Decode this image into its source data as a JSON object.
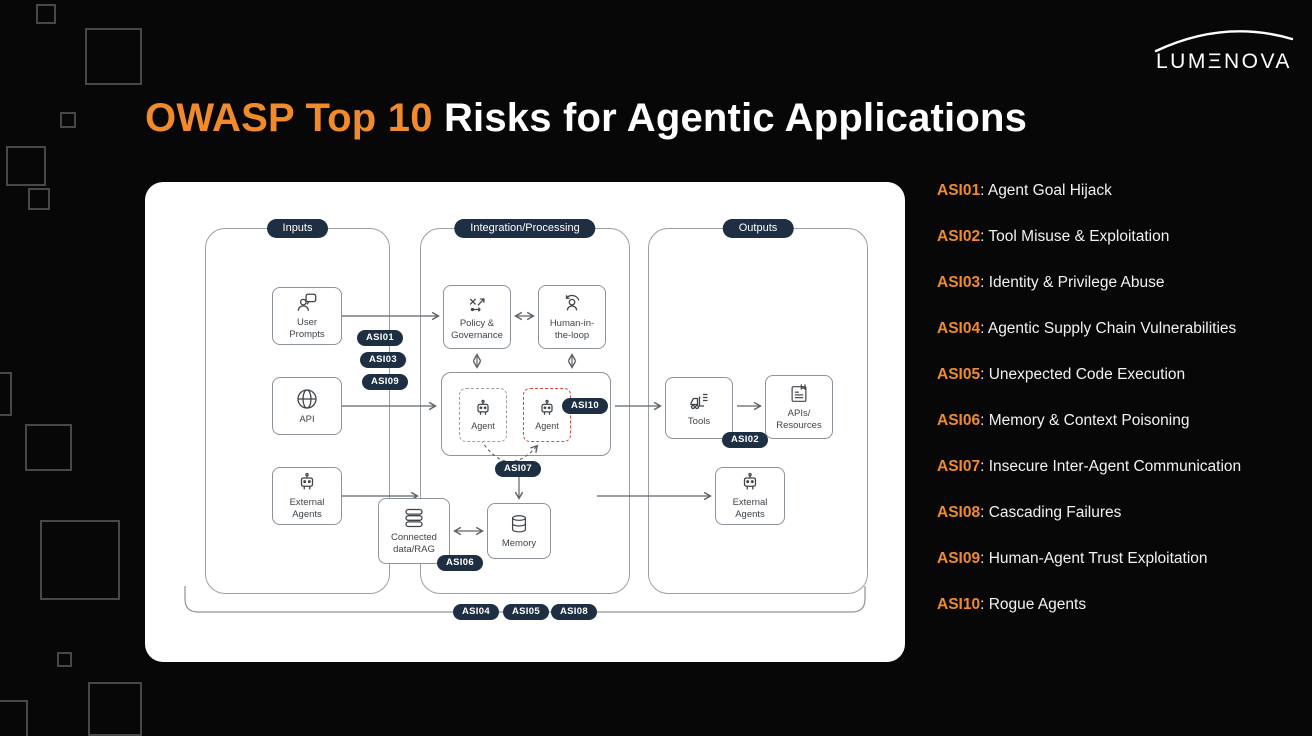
{
  "colors": {
    "accent": "#F08A2B",
    "navy": "#1E2F44",
    "background": "#070707",
    "rogue_red": "#E0443E"
  },
  "logo": {
    "text": "LUMΞNOVA"
  },
  "title": {
    "highlight": "OWASP Top 10",
    "rest": " Risks for Agentic Applications"
  },
  "diagram": {
    "columns": {
      "inputs": "Inputs",
      "processing": "Integration/Processing",
      "outputs": "Outputs"
    },
    "nodes": {
      "user_prompts": "User\nPrompts",
      "api": "API",
      "external_agents_in": "External\nAgents",
      "policy": "Policy &\nGovernance",
      "hitl": "Human-in-\nthe-loop",
      "agent1": "Agent",
      "agent2": "Agent",
      "connected_data": "Connected\ndata/RAG",
      "memory": "Memory",
      "tools": "Tools",
      "apis_resources": "APIs/\nResources",
      "external_agents_out": "External\nAgents"
    },
    "badges": {
      "asi01": "ASI01",
      "asi02": "ASI02",
      "asi03": "ASI03",
      "asi04": "ASI04",
      "asi05": "ASI05",
      "asi06": "ASI06",
      "asi07": "ASI07",
      "asi08": "ASI08",
      "asi09": "ASI09",
      "asi10": "ASI10"
    }
  },
  "risks": [
    {
      "code": "ASI01",
      "label": ": Agent Goal Hijack"
    },
    {
      "code": "ASI02",
      "label": ": Tool Misuse & Exploitation"
    },
    {
      "code": "ASI03",
      "label": ": Identity & Privilege Abuse"
    },
    {
      "code": "ASI04",
      "label": ": Agentic Supply Chain Vulnerabilities"
    },
    {
      "code": "ASI05",
      "label": ": Unexpected Code Execution"
    },
    {
      "code": "ASI06",
      "label": ": Memory & Context Poisoning"
    },
    {
      "code": "ASI07",
      "label": ": Insecure Inter-Agent Communication"
    },
    {
      "code": "ASI08",
      "label": ": Cascading Failures"
    },
    {
      "code": "ASI09",
      "label": ": Human-Agent Trust Exploitation"
    },
    {
      "code": "ASI10",
      "label": ": Rogue Agents"
    }
  ]
}
